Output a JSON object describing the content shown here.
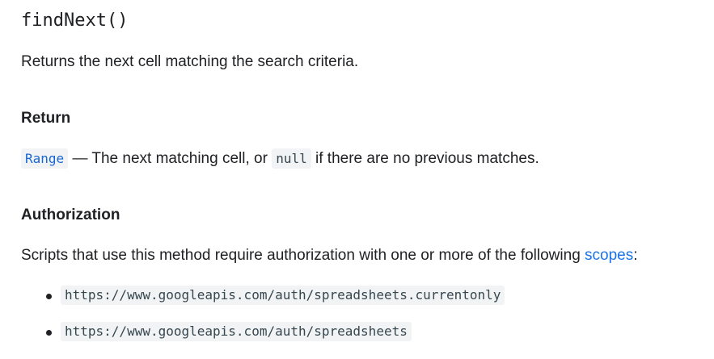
{
  "method": {
    "title": "findNext()",
    "description": "Returns the next cell matching the search criteria."
  },
  "return_section": {
    "heading": "Return",
    "type_label": "Range",
    "text_before_null": " — The next matching cell, or ",
    "null_label": "null",
    "text_after_null": " if there are no previous matches."
  },
  "authorization": {
    "heading": "Authorization",
    "text": "Scripts that use this method require authorization with one or more of the following ",
    "link_label": "scopes",
    "text_end": ":",
    "scopes": [
      "https://www.googleapis.com/auth/spreadsheets.currentonly",
      "https://www.googleapis.com/auth/spreadsheets"
    ]
  },
  "colors": {
    "text": "#202124",
    "link": "#1a73e8",
    "code_background": "#f1f3f4",
    "code_text": "#37474f"
  }
}
